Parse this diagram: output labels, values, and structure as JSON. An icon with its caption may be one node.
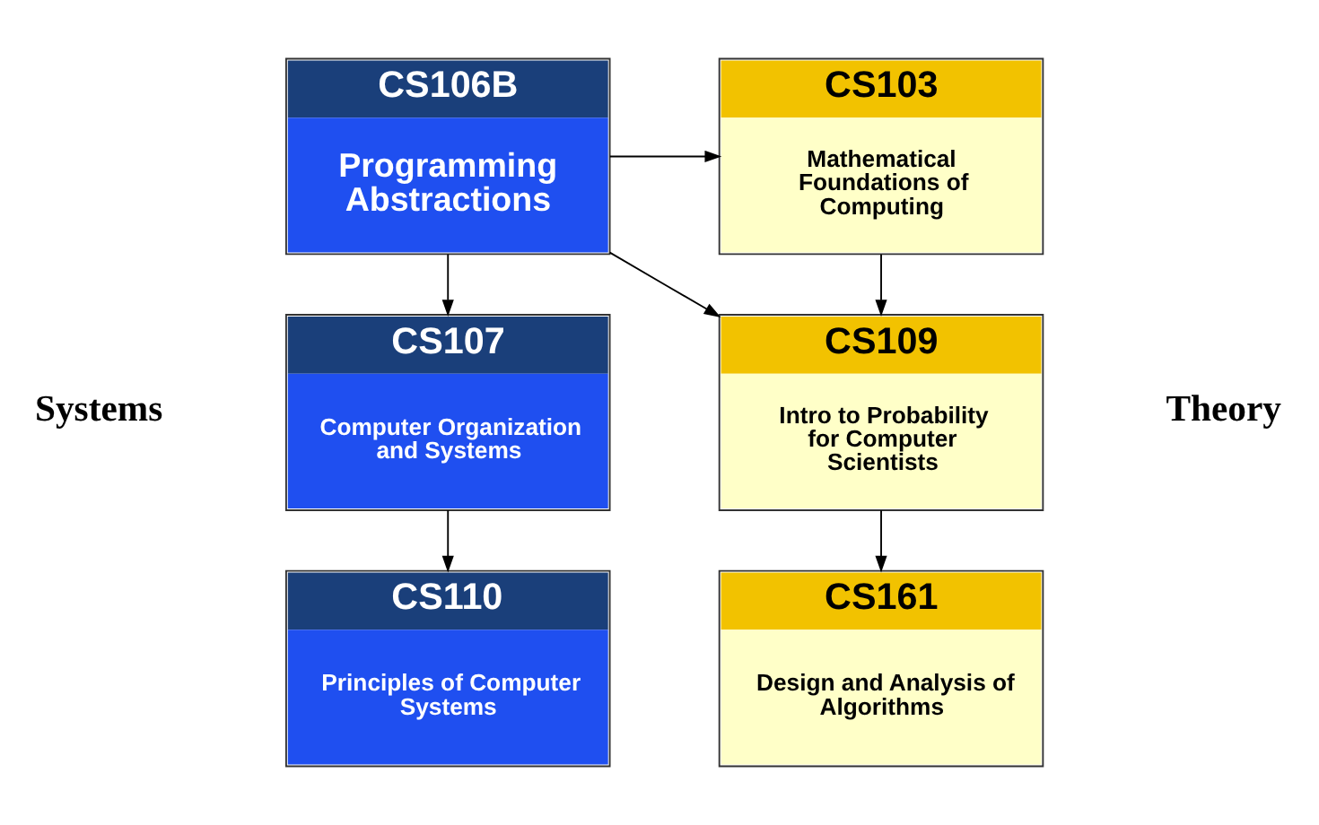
{
  "diagram": {
    "nodes": [
      {
        "text": [
          "CS106B",
          "Programming Abstractions"
        ]
      },
      {
        "text": [
          "CS103",
          "Mathematical Foundations of Computing"
        ]
      },
      {
        "text": [
          "CS107",
          "Computer Organization and Systems"
        ]
      },
      {
        "text": [
          "CS109",
          "Intro to Probability for Computer Scientists"
        ]
      },
      {
        "text": [
          "CS110",
          "Principles of Computer Systems"
        ]
      },
      {
        "text": [
          "CS161",
          "Design and Analysis of Algorithms"
        ]
      }
    ],
    "edges": [
      {
        "from": 0,
        "to": 1,
        "arrow": "to"
      },
      {
        "from": 0,
        "to": 3,
        "arrow": "to"
      },
      {
        "from": 0,
        "to": 2,
        "arrow": "to"
      },
      {
        "from": 2,
        "to": 4,
        "arrow": "to"
      },
      {
        "from": 1,
        "to": 3,
        "arrow": "to"
      },
      {
        "from": 3,
        "to": 5,
        "arrow": "to"
      }
    ],
    "labels": [
      "Systems",
      "Theory"
    ]
  }
}
